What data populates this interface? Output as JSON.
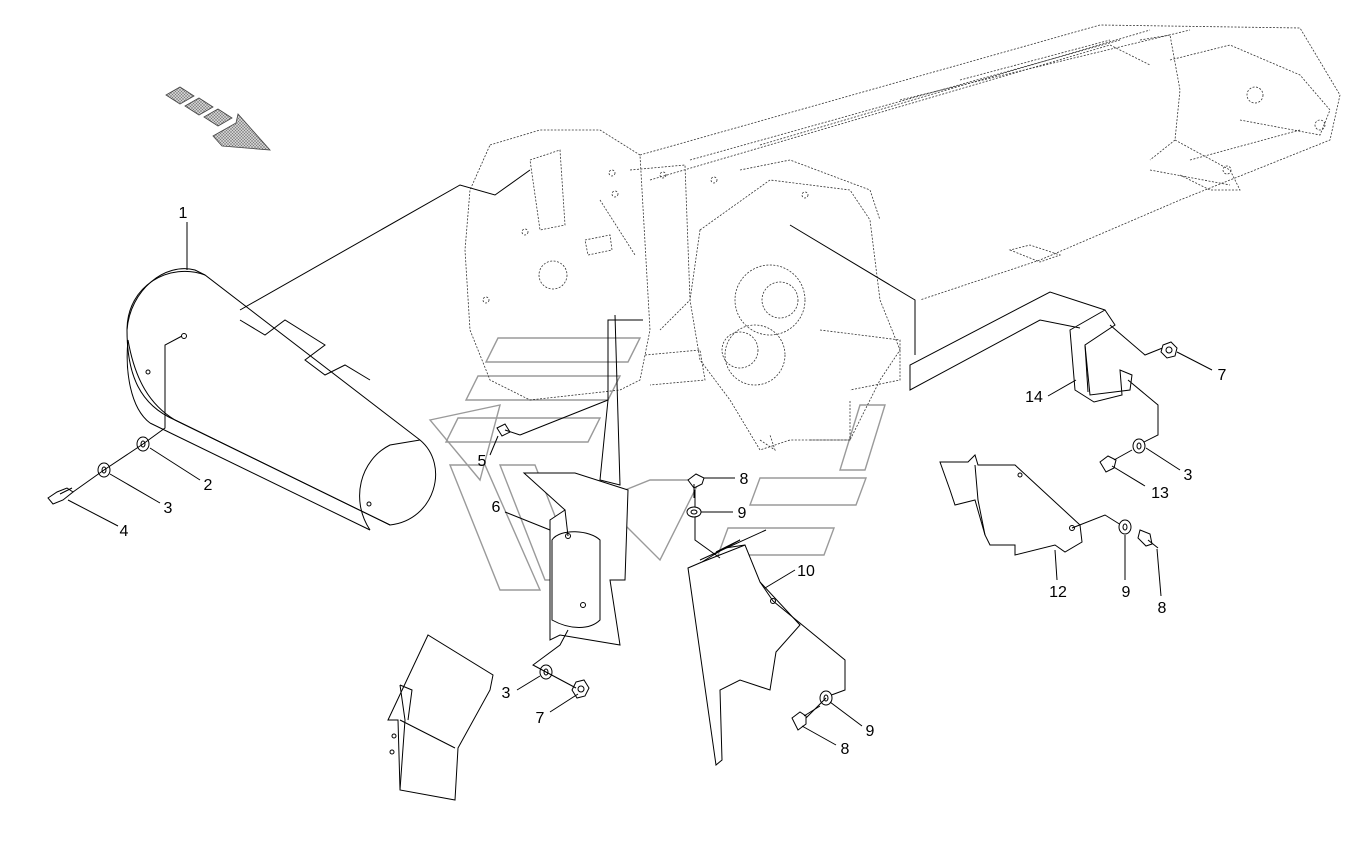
{
  "diagram": {
    "type": "exploded-parts-drawing",
    "part_numbers": [
      {
        "id": "p1",
        "label": "1"
      },
      {
        "id": "p2",
        "label": "2"
      },
      {
        "id": "p3a",
        "label": "3"
      },
      {
        "id": "p4",
        "label": "4"
      },
      {
        "id": "p5",
        "label": "5"
      },
      {
        "id": "p6",
        "label": "6"
      },
      {
        "id": "p3b",
        "label": "3"
      },
      {
        "id": "p7a",
        "label": "7"
      },
      {
        "id": "p8a",
        "label": "8"
      },
      {
        "id": "p9a",
        "label": "9"
      },
      {
        "id": "p10",
        "label": "10"
      },
      {
        "id": "p9b",
        "label": "9"
      },
      {
        "id": "p8b",
        "label": "8"
      },
      {
        "id": "p14",
        "label": "14"
      },
      {
        "id": "p7b",
        "label": "7"
      },
      {
        "id": "p3c",
        "label": "3"
      },
      {
        "id": "p13",
        "label": "13"
      },
      {
        "id": "p12",
        "label": "12"
      },
      {
        "id": "p9c",
        "label": "9"
      },
      {
        "id": "p8c",
        "label": "8"
      }
    ],
    "direction_arrow_icon": "travel-direction-arrow",
    "line_color": "#000000",
    "watermark_color": "#9a9a9a"
  }
}
